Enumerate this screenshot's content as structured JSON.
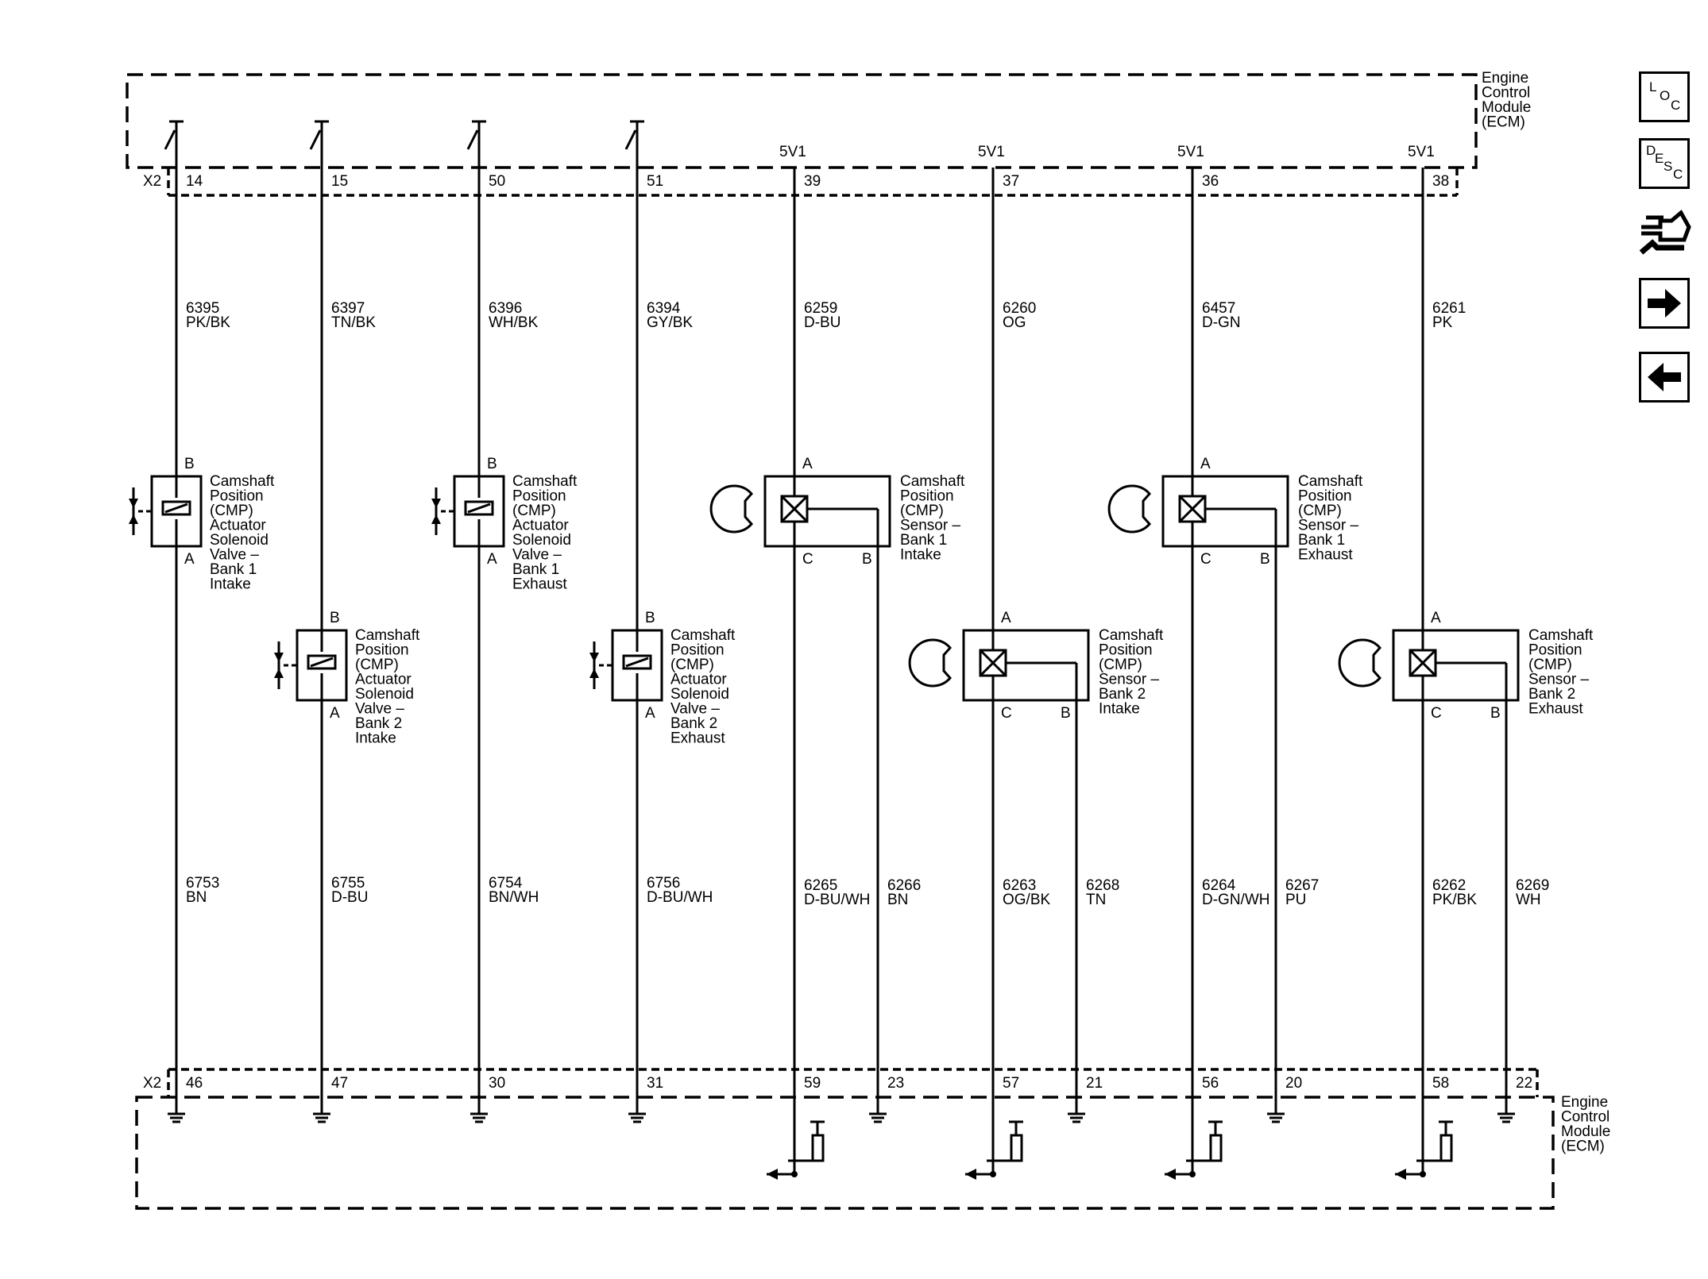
{
  "ecm_label": [
    "Engine",
    "Control",
    "Module",
    "(ECM)"
  ],
  "connector": "X2",
  "supply_label": "5V1",
  "solenoids": [
    {
      "top_pin": "14",
      "bottom_pin": "46",
      "upper_circuit": "6395",
      "upper_color": "PK/BK",
      "lower_circuit": "6753",
      "lower_color": "BN",
      "term_top": "B",
      "term_bottom": "A",
      "label": [
        "Camshaft",
        "Position",
        "(CMP)",
        "Actuator",
        "Solenoid",
        "Valve –",
        "Bank 1",
        "Intake"
      ]
    },
    {
      "top_pin": "15",
      "bottom_pin": "47",
      "upper_circuit": "6397",
      "upper_color": "TN/BK",
      "lower_circuit": "6755",
      "lower_color": "D-BU",
      "term_top": "B",
      "term_bottom": "A",
      "label": [
        "Camshaft",
        "Position",
        "(CMP)",
        "Actuator",
        "Solenoid",
        "Valve –",
        "Bank 2",
        "Intake"
      ]
    },
    {
      "top_pin": "50",
      "bottom_pin": "30",
      "upper_circuit": "6396",
      "upper_color": "WH/BK",
      "lower_circuit": "6754",
      "lower_color": "BN/WH",
      "term_top": "B",
      "term_bottom": "A",
      "label": [
        "Camshaft",
        "Position",
        "(CMP)",
        "Actuator",
        "Solenoid",
        "Valve –",
        "Bank 1",
        "Exhaust"
      ]
    },
    {
      "top_pin": "51",
      "bottom_pin": "31",
      "upper_circuit": "6394",
      "upper_color": "GY/BK",
      "lower_circuit": "6756",
      "lower_color": "D-BU/WH",
      "term_top": "B",
      "term_bottom": "A",
      "label": [
        "Camshaft",
        "Position",
        "(CMP)",
        "Actuator",
        "Solenoid",
        "Valve –",
        "Bank 2",
        "Exhaust"
      ]
    }
  ],
  "sensors": [
    {
      "top_pin": "39",
      "signal_pin": "59",
      "ground_pin": "23",
      "upper_circuit": "6259",
      "upper_color": "D-BU",
      "signal_circuit": "6265",
      "signal_color": "D-BU/WH",
      "ground_circuit": "6266",
      "ground_color": "BN",
      "term_a": "A",
      "term_b": "B",
      "term_c": "C",
      "label": [
        "Camshaft",
        "Position",
        "(CMP)",
        "Sensor –",
        "Bank 1",
        "Intake"
      ]
    },
    {
      "top_pin": "37",
      "signal_pin": "57",
      "ground_pin": "21",
      "upper_circuit": "6260",
      "upper_color": "OG",
      "signal_circuit": "6263",
      "signal_color": "OG/BK",
      "ground_circuit": "6268",
      "ground_color": "TN",
      "term_a": "A",
      "term_b": "B",
      "term_c": "C",
      "label": [
        "Camshaft",
        "Position",
        "(CMP)",
        "Sensor –",
        "Bank 2",
        "Intake"
      ]
    },
    {
      "top_pin": "36",
      "signal_pin": "56",
      "ground_pin": "20",
      "upper_circuit": "6457",
      "upper_color": "D-GN",
      "signal_circuit": "6264",
      "signal_color": "D-GN/WH",
      "ground_circuit": "6267",
      "ground_color": "PU",
      "term_a": "A",
      "term_b": "B",
      "term_c": "C",
      "label": [
        "Camshaft",
        "Position",
        "(CMP)",
        "Sensor –",
        "Bank 1",
        "Exhaust"
      ]
    },
    {
      "top_pin": "38",
      "signal_pin": "58",
      "ground_pin": "22",
      "upper_circuit": "6261",
      "upper_color": "PK",
      "signal_circuit": "6262",
      "signal_color": "PK/BK",
      "ground_circuit": "6269",
      "ground_color": "WH",
      "term_a": "A",
      "term_b": "B",
      "term_c": "C",
      "label": [
        "Camshaft",
        "Position",
        "(CMP)",
        "Sensor –",
        "Bank 2",
        "Exhaust"
      ]
    }
  ],
  "nav": {
    "loc": [
      "L",
      "O",
      "C"
    ],
    "desc": [
      "D",
      "E",
      "S",
      "C"
    ],
    "icons": [
      "connector-wrench-icon",
      "arrow-right-icon",
      "arrow-left-icon"
    ]
  }
}
